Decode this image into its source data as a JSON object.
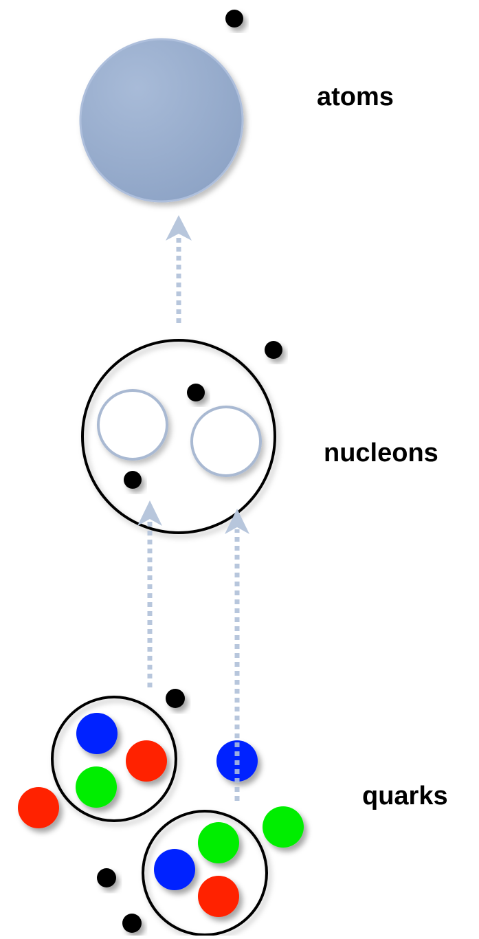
{
  "labels": {
    "atoms": "atoms",
    "nucleons": "nucleons",
    "quarks": "quarks"
  },
  "colors": {
    "atom_fill": "#94a9c9",
    "atom_stroke": "#aebfdc",
    "arrow": "#b7c6dc",
    "quark_red": "#ff2200",
    "quark_green": "#00ee00",
    "quark_blue": "#0022ff",
    "electron": "#000000",
    "outline": "#000000",
    "nucleon_stroke": "#a9b9d2"
  }
}
